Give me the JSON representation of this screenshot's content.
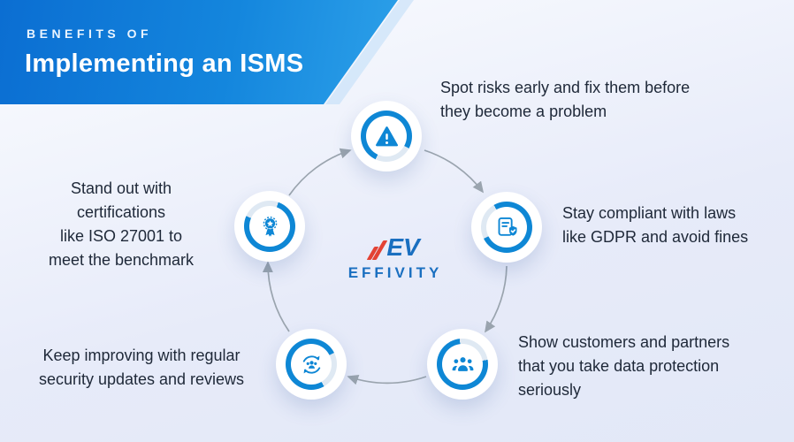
{
  "header": {
    "eyebrow": "BENEFITS OF",
    "title": "Implementing an ISMS"
  },
  "logo": {
    "monogram": "EV",
    "wordmark": "EFFIVITY"
  },
  "benefits": [
    {
      "id": "spot-risks",
      "icon": "warning-icon",
      "text": "Spot risks early and fix them before they become a problem",
      "lines": [
        "Spot risks early and fix them before",
        "they become a problem"
      ]
    },
    {
      "id": "stay-compliant",
      "icon": "compliance-shield-icon",
      "text": "Stay compliant with laws like GDPR and avoid fines",
      "lines": [
        "Stay compliant with laws",
        "like GDPR and avoid fines"
      ]
    },
    {
      "id": "show-customers",
      "icon": "customers-icon",
      "text": "Show customers and partners that you take data protection seriously",
      "lines": [
        "Show customers and partners",
        "that you take data protection",
        "seriously"
      ]
    },
    {
      "id": "keep-improving",
      "icon": "improvement-cycle-icon",
      "text": "Keep improving with regular security updates and reviews",
      "lines": [
        "Keep improving with regular",
        "security updates and reviews"
      ]
    },
    {
      "id": "stand-out",
      "icon": "certification-badge-icon",
      "text": "Stand out with certifications like ISO 27001 to meet the benchmark",
      "lines": [
        "Stand out with",
        "certifications",
        "like ISO 27001 to",
        "meet the benchmark"
      ]
    }
  ],
  "colors": {
    "accent_blue": "#0e87d5",
    "header_gradient_start": "#0b6ed2",
    "header_gradient_end": "#2fa3ea",
    "logo_blue": "#1a6fc0",
    "logo_red": "#e34234",
    "arrow_gray": "#9aa4ae",
    "text_dark": "#1e2838",
    "background": "#e7ebf9"
  }
}
